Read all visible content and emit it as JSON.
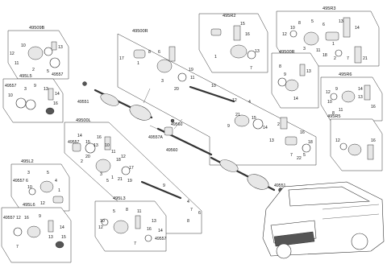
{
  "panels": [
    {
      "id": "495R2",
      "label": "495R2",
      "callouts": [
        "15",
        "16",
        "1",
        "13",
        "7"
      ]
    },
    {
      "id": "495R3",
      "label": "495R3",
      "callouts": [
        "13",
        "14",
        "12",
        "10",
        "8",
        "5",
        "6",
        "1",
        "11",
        "18",
        "2",
        "21",
        "7",
        "3",
        "4"
      ]
    },
    {
      "id": "495R6",
      "label": "495R6",
      "callouts": [
        "12",
        "9",
        "14",
        "10",
        "13",
        "11",
        "8",
        "16"
      ]
    },
    {
      "id": "495R5",
      "label": "495R5",
      "callouts": [
        "12",
        "16"
      ]
    },
    {
      "id": "49509B",
      "label": "49509B",
      "callouts": [
        "12",
        "10",
        "13",
        "5",
        "11",
        "2",
        "49557"
      ]
    },
    {
      "id": "495L5",
      "label": "495L5",
      "callouts": [
        "49557",
        "10",
        "3",
        "9",
        "13",
        "14",
        "16"
      ]
    },
    {
      "id": "49500R",
      "label": "49500R",
      "callouts": [
        "17",
        "1",
        "8",
        "6",
        "3",
        "20",
        "19",
        "10",
        "11",
        "21",
        "12",
        "4",
        "9",
        "15",
        "13",
        "14",
        "2",
        "7",
        "16",
        "18",
        "22",
        "5"
      ]
    },
    {
      "id": "49500L",
      "label": "49500L",
      "callouts": [
        "49557",
        "16",
        "15",
        "14",
        "13",
        "11",
        "10",
        "20",
        "2",
        "18",
        "17",
        "12",
        "21",
        "19",
        "1",
        "3",
        "5",
        "4",
        "7",
        "8",
        "6",
        "9"
      ]
    },
    {
      "id": "495L2",
      "label": "495L2",
      "callouts": [
        "3",
        "5",
        "4",
        "49557",
        "6",
        "1",
        "10",
        "12"
      ]
    },
    {
      "id": "495L6",
      "label": "495L6",
      "callouts": [
        "49557",
        "12",
        "16",
        "9",
        "7",
        "13",
        "14",
        "15"
      ]
    },
    {
      "id": "495L3",
      "label": "495L3",
      "callouts": [
        "5",
        "8",
        "11",
        "13",
        "12",
        "10",
        "16",
        "7",
        "49557",
        "14"
      ]
    },
    {
      "id": "49500R_sub",
      "label": "49500R",
      "callouts": [
        "8",
        "9",
        "13",
        "14"
      ]
    }
  ],
  "loose_callouts": [
    "49551",
    "49551",
    "49560",
    "49557A",
    "49560"
  ]
}
